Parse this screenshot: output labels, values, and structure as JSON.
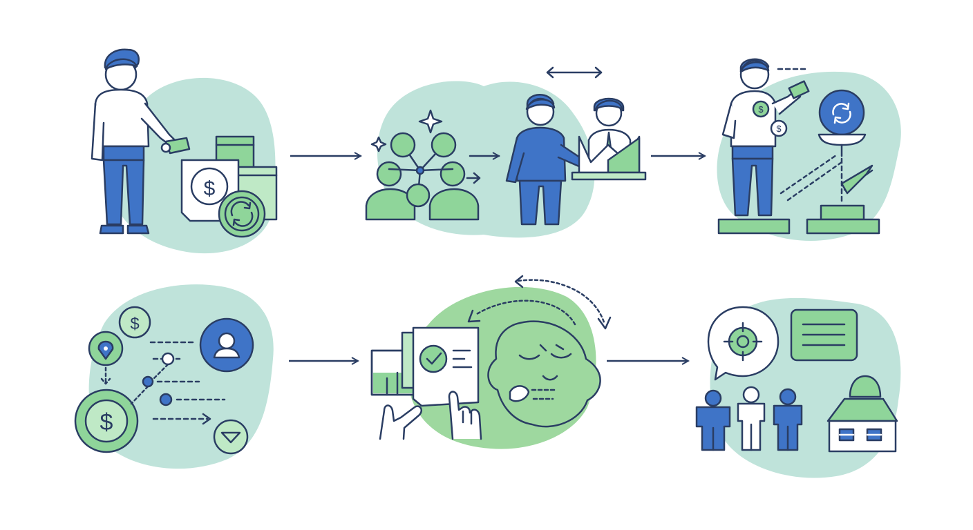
{
  "colors": {
    "stroke": "#2a3d63",
    "blue": "#3f74c7",
    "green": "#8fd59a",
    "green_light": "#bfe9c6",
    "mint": "#bfe3da",
    "green_blob": "#9ed89f",
    "white": "#ffffff"
  },
  "panels": [
    {
      "id": "panel-1",
      "icons": [
        "person-icon",
        "dollar-document-icon",
        "refresh-coin-icon",
        "boxes-icon",
        "key-icon"
      ]
    },
    {
      "id": "panel-2",
      "icons": [
        "network-nodes-icon",
        "sparkle-icon",
        "group-people-icon",
        "presenter-person-icon",
        "chart-board-icon",
        "bidirectional-arrow-icon"
      ]
    },
    {
      "id": "panel-3",
      "icons": [
        "person-on-pedestal-icon",
        "dollar-coin-icon",
        "cash-note-icon",
        "refresh-sign-icon",
        "growth-arrow-icon",
        "podium-icon"
      ]
    },
    {
      "id": "panel-4",
      "icons": [
        "location-pin-icon",
        "dollar-coin-icon",
        "user-avatar-icon",
        "timeline-nodes-icon",
        "chevron-down-icon"
      ]
    },
    {
      "id": "panel-5",
      "icons": [
        "document-checklist-icon",
        "hand-pointing-icon",
        "face-icon",
        "circular-arrows-icon"
      ]
    },
    {
      "id": "panel-6",
      "icons": [
        "target-speech-bubble-icon",
        "text-card-icon",
        "people-group-icon",
        "house-icon"
      ]
    }
  ],
  "flow_arrows": [
    "arrow-1-to-2",
    "arrow-2-to-3",
    "arrow-4-to-5",
    "arrow-5-to-6"
  ]
}
